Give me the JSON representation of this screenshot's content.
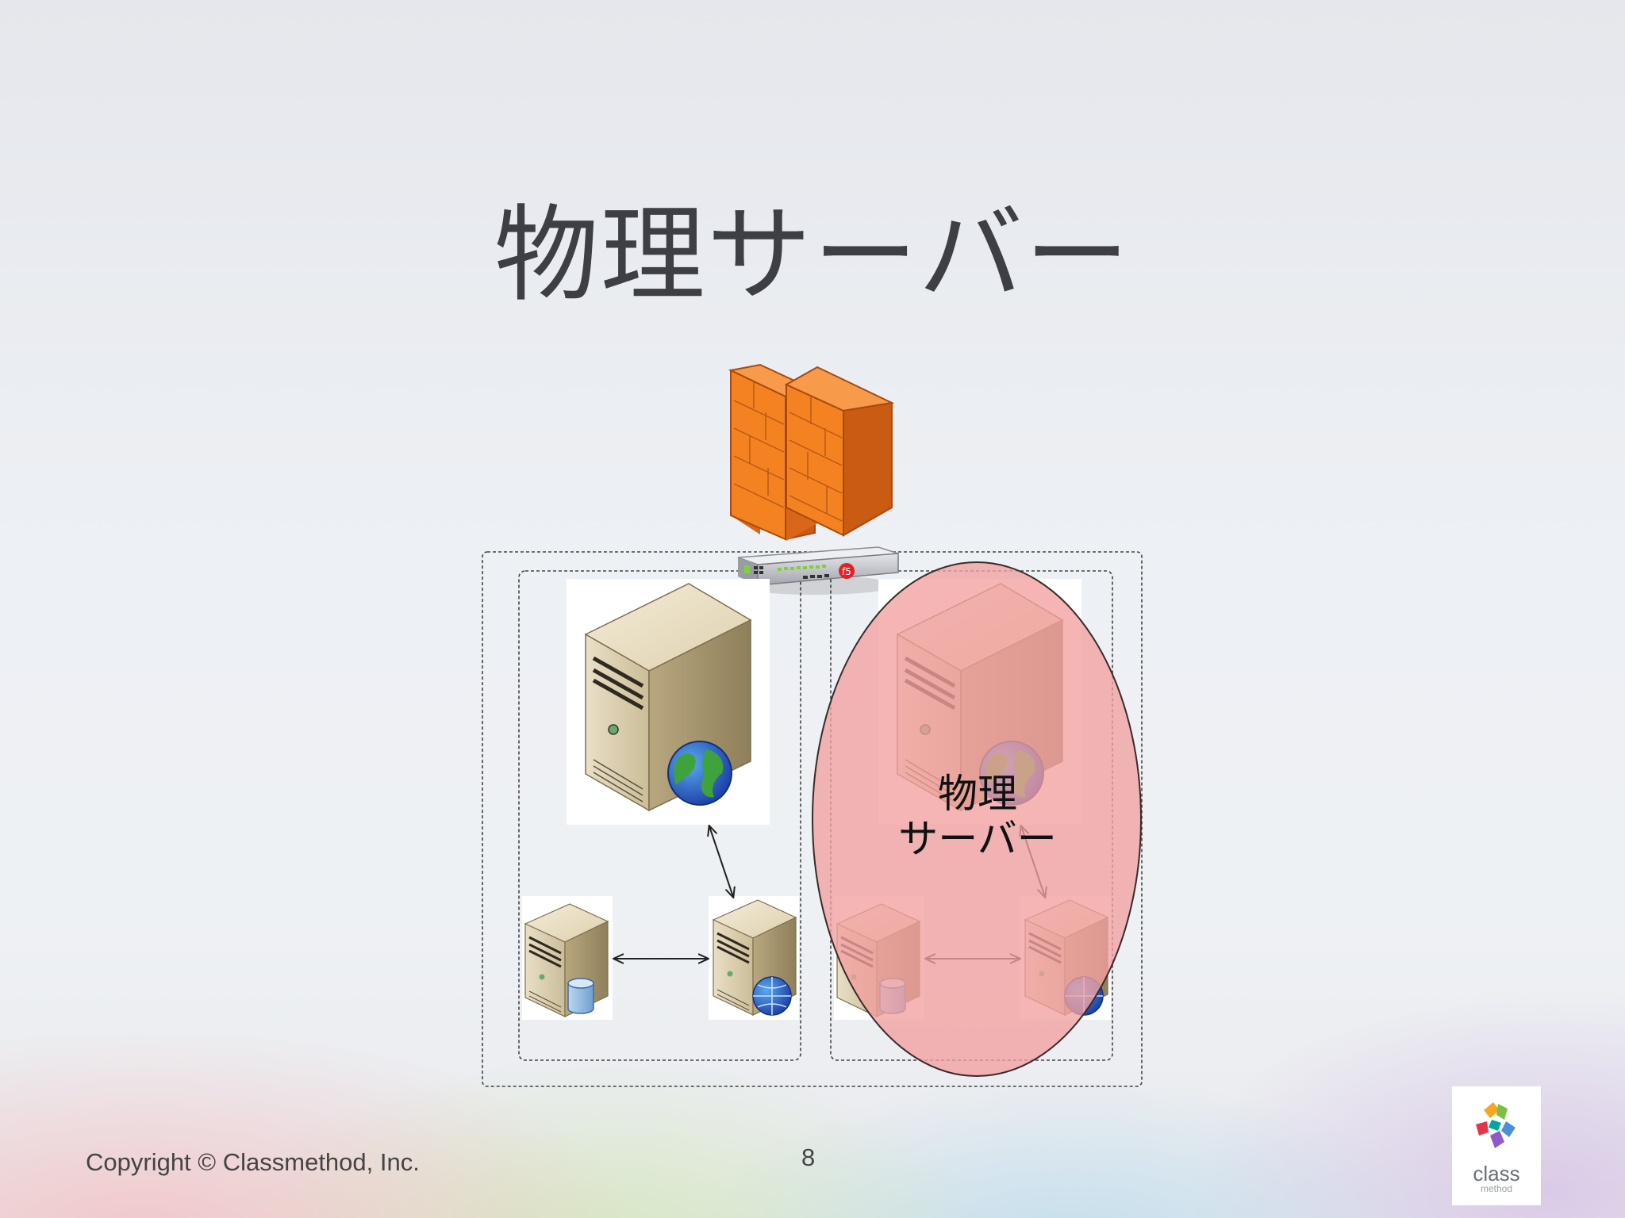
{
  "slide": {
    "title": "物理サーバー",
    "copyright": "Copyright © Classmethod, Inc.",
    "page_number": "8"
  },
  "diagram": {
    "highlight_label_line1": "物理",
    "highlight_label_line2": "サーバー",
    "highlight_color": "#f2a0a0",
    "firewall_color": "#f58220",
    "load_balancer_badge": "f5"
  },
  "logo": {
    "text": "class",
    "subtext": "method"
  }
}
